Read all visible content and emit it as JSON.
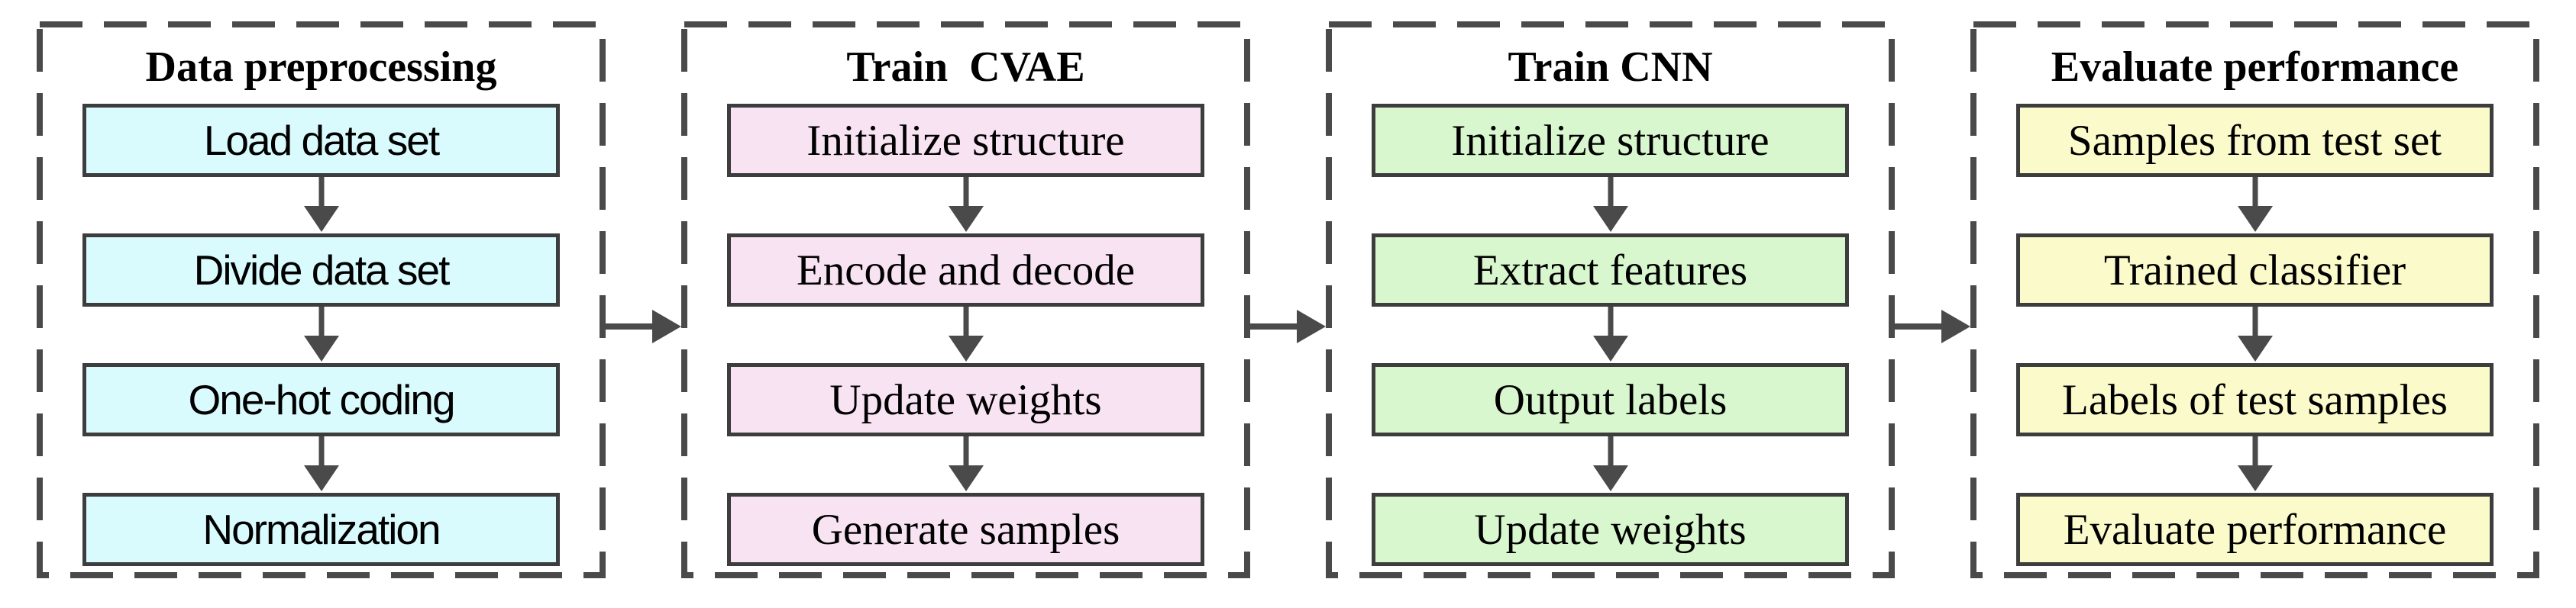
{
  "figure": {
    "type": "flowchart",
    "background": "#ffffff",
    "colors": {
      "dash_border": "#4a4a4a",
      "arrow": "#4a4a4a",
      "box_border": "#3d3d3d",
      "text": "#000000"
    },
    "panels": [
      {
        "id": "data-preprocessing",
        "title": "Data preprocessing",
        "box_fill": "#d9fbfe",
        "steps": [
          "Load data set",
          "Divide data set",
          "One-hot coding",
          "Normalization"
        ]
      },
      {
        "id": "train-cvae",
        "title": "Train  CVAE",
        "box_fill": "#f8e3f3",
        "steps": [
          "Initialize structure",
          "Encode and decode",
          "Update weights",
          "Generate samples"
        ]
      },
      {
        "id": "train-cnn",
        "title": "Train CNN",
        "box_fill": "#d9f7ce",
        "steps": [
          "Initialize structure",
          "Extract features",
          "Output labels",
          "Update weights"
        ]
      },
      {
        "id": "evaluate-performance",
        "title": "Evaluate performance",
        "box_fill": "#fbfacb",
        "steps": [
          "Samples from test set",
          "Trained classifier",
          "Labels of test samples",
          "Evaluate performance"
        ]
      }
    ],
    "connectors": [
      {
        "from": "data-preprocessing",
        "to": "train-cvae"
      },
      {
        "from": "train-cvae",
        "to": "train-cnn"
      },
      {
        "from": "train-cnn",
        "to": "evaluate-performance"
      }
    ]
  }
}
